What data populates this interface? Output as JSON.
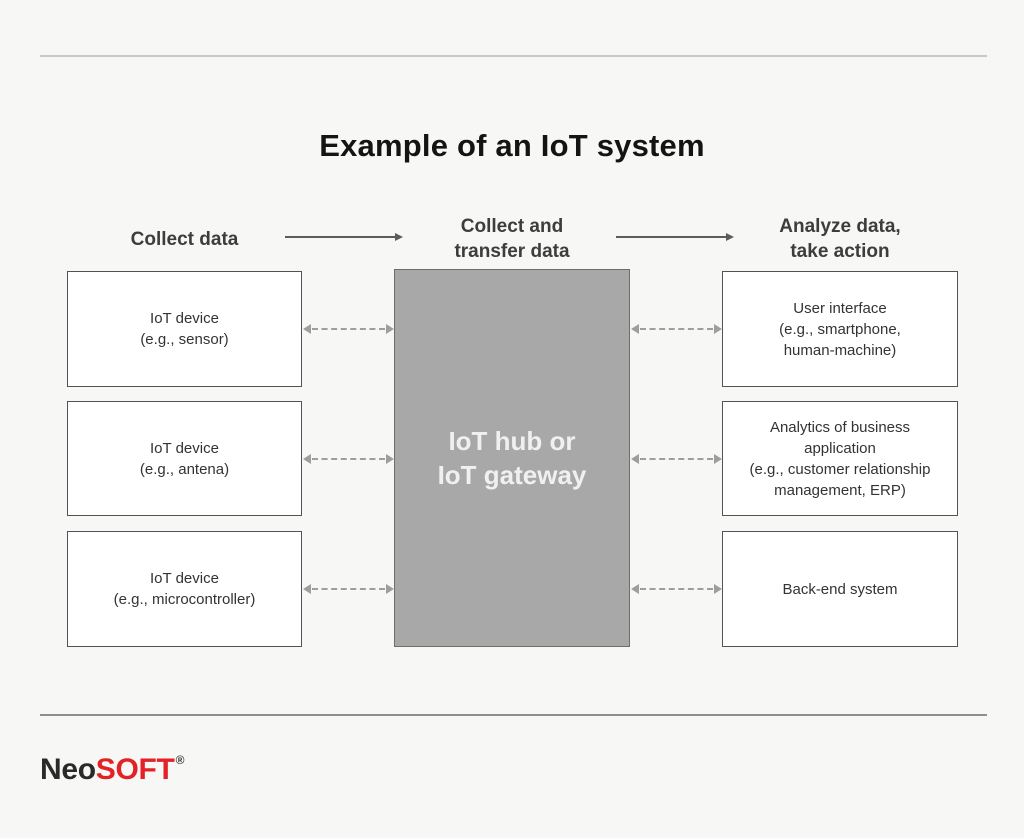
{
  "page": {
    "title": "Example of an IoT system"
  },
  "stages": {
    "collect": "Collect data",
    "transfer": "Collect and\ntransfer data",
    "analyze": "Analyze data,\ntake action"
  },
  "devices": [
    {
      "label": "IoT device\n(e.g., sensor)"
    },
    {
      "label": "IoT device\n(e.g., antena)"
    },
    {
      "label": "IoT device\n(e.g., microcontroller)"
    }
  ],
  "hub": {
    "label": "IoT hub or\nIoT gateway"
  },
  "outputs": [
    {
      "label": "User interface\n(e.g., smartphone,\nhuman-machine)"
    },
    {
      "label": "Analytics of business\napplication\n(e.g., customer relationship\nmanagement, ERP)"
    },
    {
      "label": "Back-end system"
    }
  ],
  "logo": {
    "neo": "Neo",
    "soft": "SOFT",
    "registered": "®"
  },
  "colors": {
    "background": "#f7f7f5",
    "hub_fill": "#a8a8a8",
    "hub_text": "#f0f0f0",
    "box_fill": "#ffffff",
    "box_border": "#535353",
    "dashed_arrow": "#9e9e9e",
    "solid_arrow": "#5c5c5c",
    "rule_top": "#c7c7c7",
    "rule_bottom": "#8f8f8f",
    "title_text": "#141414",
    "header_text": "#3d3d3d",
    "body_text": "#333333",
    "logo_dark": "#2b2a29",
    "logo_red": "#e32227"
  }
}
